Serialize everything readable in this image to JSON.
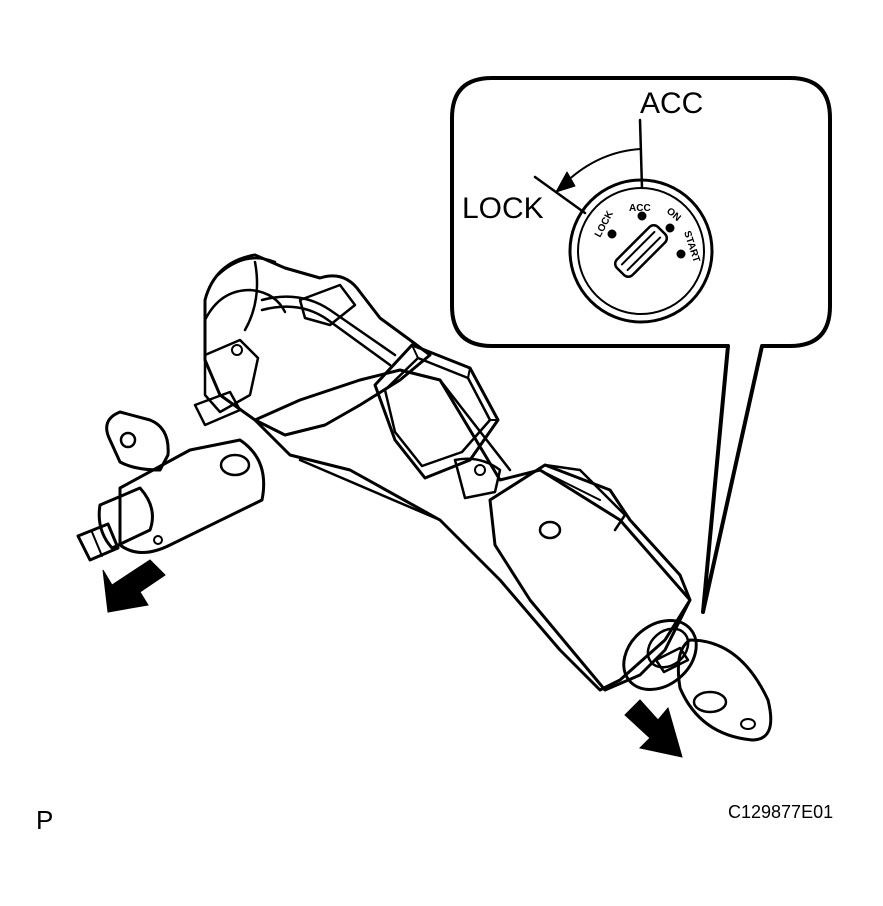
{
  "inset": {
    "label_acc": "ACC",
    "label_lock": "LOCK",
    "dial_lock": "LOCK",
    "dial_acc": "ACC",
    "dial_on": "ON",
    "dial_start": "START"
  },
  "footer": {
    "left_mark": "P",
    "figure_id": "C129877E01"
  },
  "colors": {
    "line": "#000000",
    "background": "#ffffff"
  }
}
